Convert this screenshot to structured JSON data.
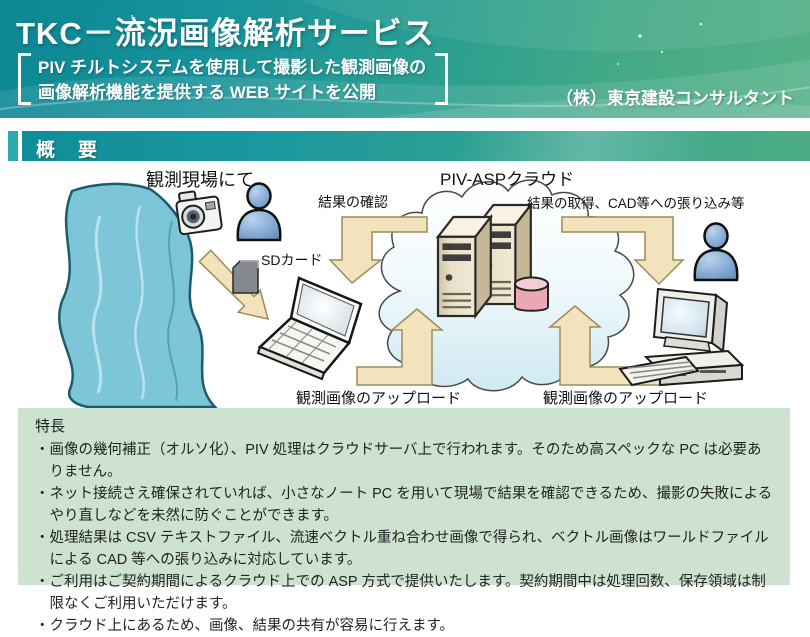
{
  "header": {
    "title": "TKC－流況画像解析サービス",
    "subtitle_line1": "PIV チルトシステムを使用して撮影した観測画像の",
    "subtitle_line2": "画像解析機能を提供する WEB サイトを公開",
    "company": "（株）東京建設コンサルタント"
  },
  "overview": {
    "section_title": "概　要"
  },
  "diagram": {
    "site_label": "観測現場にて",
    "cloud_label": "PIV-ASPクラウド",
    "confirm_label": "結果の確認",
    "acquire_label": "結果の取得、CAD等への張り込み等",
    "sdcard_label": "SDカード",
    "upload_left_label": "観測画像のアップロード",
    "upload_right_label": "観測画像のアップロード",
    "icons": [
      "river",
      "camera-icon",
      "person-icon",
      "sd-card-icon",
      "arrow-sd",
      "laptop-icon",
      "cloud-shape",
      "server-icon",
      "database-icon",
      "arrow-confirm",
      "arrow-acquire",
      "arrow-upload-left",
      "arrow-upload-right",
      "desktop-pc-icon",
      "person-icon"
    ]
  },
  "features": {
    "section_title": "特長",
    "bullets": [
      "・画像の幾何補正（オルソ化）、PIV 処理はクラウドサーバ上で行われます。そのため高スペックな PC は必要ありません。",
      "・ネット接続さえ確保されていれば、小さなノート PC を用いて現場で結果を確認できるため、撮影の失敗によるやり直しなどを未然に防ぐことができます。",
      "・処理結果は CSV テキストファイル、流速ベクトル重ね合わせ画像で得られ、ベクトル画像はワールドファイルによる CAD 等への張り込みに対応しています。",
      "・ご利用はご契約期間によるクラウド上での ASP 方式で提供いたします。契約期間中は処理回数、保存領域は制限なくご利用いただけます。",
      "・クラウド上にあるため、画像、結果の共有が容易に行えます。"
    ]
  },
  "colors": {
    "header_teal": "#0c8793",
    "header_green": "#55b189",
    "section_accent": "#2ea8b0",
    "features_bg": "#cde3d0",
    "arrow_fill": "#f3e3bd",
    "river_blue": "#7cc6d8",
    "cloud_blue": "#d2ebf3",
    "person_blue": "#7da3cf",
    "server_beige": "#e6dcc2",
    "database_pink": "#e8a9b2"
  }
}
